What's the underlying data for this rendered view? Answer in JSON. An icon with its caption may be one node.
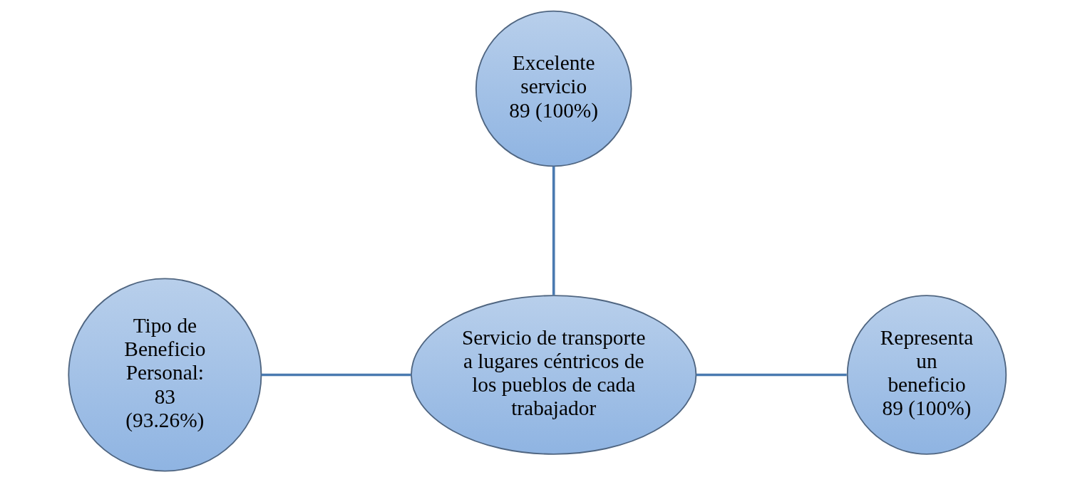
{
  "diagram": {
    "nodes": [
      {
        "text": [
          "Excelente servicio",
          "89 (100%)"
        ]
      },
      {
        "text": [
          "Tipo de Beneficio",
          "Personal: 83 (93.26%)"
        ]
      },
      {
        "text": [
          "Servicio de transporte a lugares céntricos de los pueblos de cada trabajador"
        ]
      },
      {
        "text": [
          "Representa un beneficio",
          "89 (100%)"
        ]
      }
    ],
    "edges": [
      {
        "from": 0,
        "to": 2,
        "arrow": "none"
      },
      {
        "from": 1,
        "to": 2,
        "arrow": "none"
      },
      {
        "from": 2,
        "to": 3,
        "arrow": "none"
      }
    ]
  }
}
